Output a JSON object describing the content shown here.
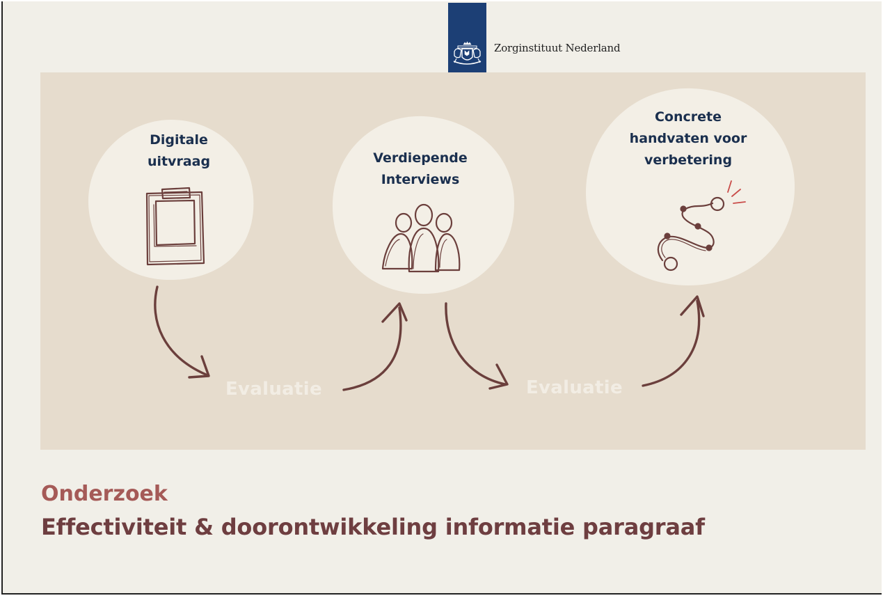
{
  "header": {
    "organization": "Zorginstituut Nederland"
  },
  "steps": [
    {
      "title": "Digitale\nuitvraag",
      "icon": "clipboard-icon"
    },
    {
      "title": "Verdiepende\nInterviews",
      "icon": "people-icon"
    },
    {
      "title": "Concrete\nhandvaten voor\nverbetering",
      "icon": "winding-path-icon"
    }
  ],
  "evaluations": [
    "Evaluatie",
    "Evaluatie"
  ],
  "footer": {
    "label": "Onderzoek",
    "title": "Effectiviteit & doorontwikkeling informatie paragraaf"
  },
  "colors": {
    "background": "#f1efe8",
    "panel": "#e6dccd",
    "blob": "#f3efe6",
    "ink": "#6b3f3c",
    "navy": "#1c3f75",
    "title_label": "#a55a57",
    "title_main": "#6e3e40",
    "step_text": "#1a2f4e"
  }
}
